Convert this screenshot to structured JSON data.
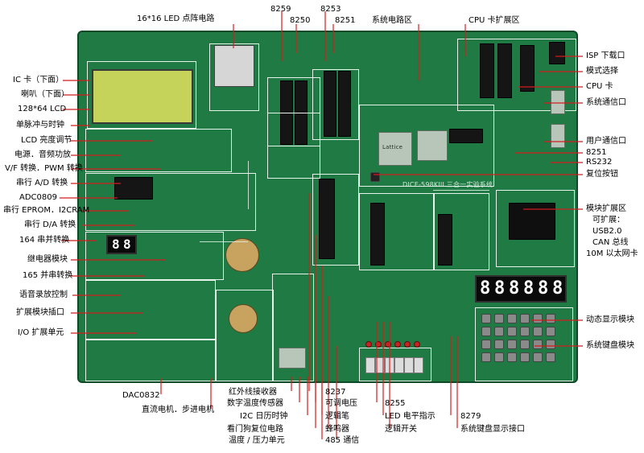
{
  "image": {
    "board_label": "DICE-598KIII 三合一实验系统"
  },
  "left_labels": [
    {
      "id": "ic-card",
      "text": "IC 卡（下面）"
    },
    {
      "id": "speaker",
      "text": "喇叭（下面）"
    },
    {
      "id": "lcd128",
      "text": "128*64 LCD"
    },
    {
      "id": "pulse",
      "text": "单脉冲与时钟"
    },
    {
      "id": "lcd-bright",
      "text": "LCD 亮度调节"
    },
    {
      "id": "power-audio",
      "text": "电源．音频功放"
    },
    {
      "id": "vf-pwm",
      "text": "V/F 转换．PWM 转换"
    },
    {
      "id": "serial-ad",
      "text": "串行 A/D 转换"
    },
    {
      "id": "adc0809",
      "text": "ADC0809"
    },
    {
      "id": "serial-eprom",
      "text": "串行 EPROM．I2CRAM"
    },
    {
      "id": "serial-da",
      "text": "串行 D/A 转换"
    },
    {
      "id": "s2p164",
      "text": "164 串并转换"
    },
    {
      "id": "relay",
      "text": "继电器模块"
    },
    {
      "id": "p2s165",
      "text": "165 并串转换"
    },
    {
      "id": "voice",
      "text": "语音录放控制"
    },
    {
      "id": "ext-port",
      "text": "扩展模块插口"
    },
    {
      "id": "io-ext",
      "text": "I/O 扩展单元"
    }
  ],
  "top_labels": [
    {
      "id": "led16",
      "text": "16*16 LED 点阵电路"
    },
    {
      "id": "t8259",
      "text": "8259"
    },
    {
      "id": "t8250",
      "text": "8250"
    },
    {
      "id": "t8253",
      "text": "8253"
    },
    {
      "id": "t8251",
      "text": "8251"
    },
    {
      "id": "sysckt",
      "text": "系统电路区"
    },
    {
      "id": "cpuext",
      "text": "CPU 卡扩展区"
    }
  ],
  "right_labels": [
    {
      "id": "isp",
      "text": "ISP 下载口"
    },
    {
      "id": "mode",
      "text": "模式选择"
    },
    {
      "id": "cpu",
      "text": "CPU 卡"
    },
    {
      "id": "syscom",
      "text": "系统通信口"
    },
    {
      "id": "usrcom",
      "text": "用户通信口"
    },
    {
      "id": "r8251",
      "text": "8251"
    },
    {
      "id": "rs232",
      "text": "RS232"
    },
    {
      "id": "reset",
      "text": "复位按钮"
    },
    {
      "id": "modext",
      "text": "模块扩展区"
    },
    {
      "id": "ext1",
      "text": "可扩展："
    },
    {
      "id": "ext2",
      "text": "USB2.0"
    },
    {
      "id": "ext3",
      "text": "CAN 总线"
    },
    {
      "id": "ext4",
      "text": "10M 以太网卡"
    },
    {
      "id": "dyn",
      "text": "动态显示模块"
    },
    {
      "id": "kbd",
      "text": "系统键盘模块"
    }
  ],
  "bottom_labels": [
    {
      "id": "dac0832",
      "text": "DAC0832"
    },
    {
      "id": "motor",
      "text": "直流电机．步进电机"
    },
    {
      "id": "ir",
      "text": "红外线接收器"
    },
    {
      "id": "temp",
      "text": "数字温度传感器"
    },
    {
      "id": "i2c",
      "text": "I2C 日历时钟"
    },
    {
      "id": "wdt",
      "text": "看门狗复位电路"
    },
    {
      "id": "pressure",
      "text": "温度 / 压力单元"
    },
    {
      "id": "b8237",
      "text": "8237"
    },
    {
      "id": "volt",
      "text": "可调电压"
    },
    {
      "id": "logic",
      "text": "逻辑笔"
    },
    {
      "id": "buzzer",
      "text": "蜂鸣器"
    },
    {
      "id": "c485",
      "text": "485 通信"
    },
    {
      "id": "b8255",
      "text": "8255"
    },
    {
      "id": "ledlevel",
      "text": "LED 电平指示"
    },
    {
      "id": "logicsw",
      "text": "逻辑开关"
    },
    {
      "id": "b8279",
      "text": "8279"
    },
    {
      "id": "kbddisp",
      "text": "系统键盘显示接口"
    }
  ],
  "display": {
    "seg7": [
      "8",
      "8",
      "8",
      "8",
      "8",
      "8"
    ],
    "seg2": [
      "8",
      "8"
    ]
  },
  "chip_marks": {
    "lattice": "Lattice"
  }
}
